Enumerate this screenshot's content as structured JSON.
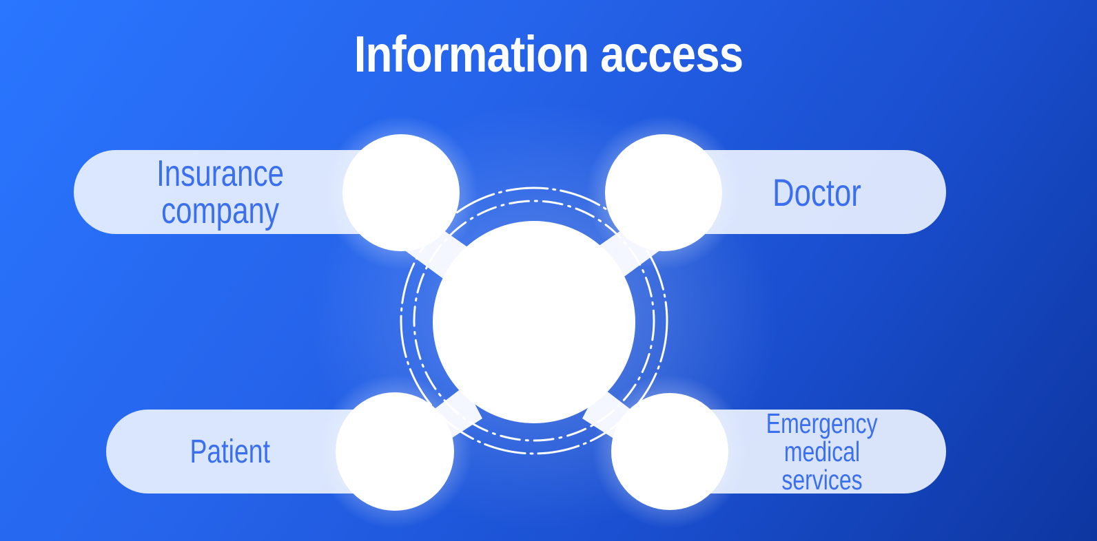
{
  "title": "Information access",
  "nodes": {
    "insurance_line1": "Insurance",
    "insurance_line2": "company",
    "doctor": "Doctor",
    "patient": "Patient",
    "ems_line1": "Emergency",
    "ems_line2": "medical services"
  },
  "colors": {
    "background_start": "#2a76ff",
    "background_end": "#0d36a0",
    "pill_fill": "#e8f0ff",
    "label_text": "#3a6ff0",
    "node_fill": "#ffffff"
  }
}
